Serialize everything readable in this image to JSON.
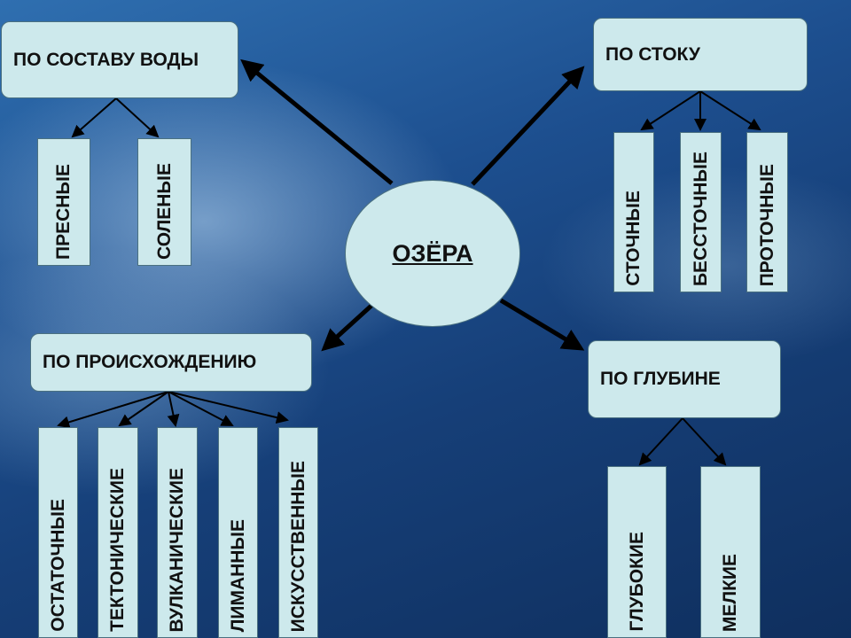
{
  "center": {
    "label": "ОЗЁРА"
  },
  "categories": {
    "composition": {
      "label": "ПО СОСТАВУ ВОДЫ",
      "items": [
        "ПРЕСНЫЕ",
        "СОЛЕНЫЕ"
      ]
    },
    "runoff": {
      "label": "ПО СТОКУ",
      "items": [
        "СТОЧНЫЕ",
        "БЕССТОЧНЫЕ",
        "ПРОТОЧНЫЕ"
      ]
    },
    "origin": {
      "label": "ПО ПРОИСХОЖДЕНИЮ",
      "items": [
        "ОСТАТОЧНЫЕ",
        "ТЕКТОНИЧЕСКИЕ",
        "ВУЛКАНИЧЕСКИЕ",
        "ЛИМАННЫЕ",
        "ИСКУССТВЕННЫЕ"
      ]
    },
    "depth": {
      "label": "ПО ГЛУБИНЕ",
      "items": [
        "ГЛУБОКИЕ",
        "МЕЛКИЕ"
      ]
    }
  },
  "colors": {
    "box_fill": "#cde9ec",
    "box_border": "#4a7080",
    "arrow": "#000000"
  }
}
